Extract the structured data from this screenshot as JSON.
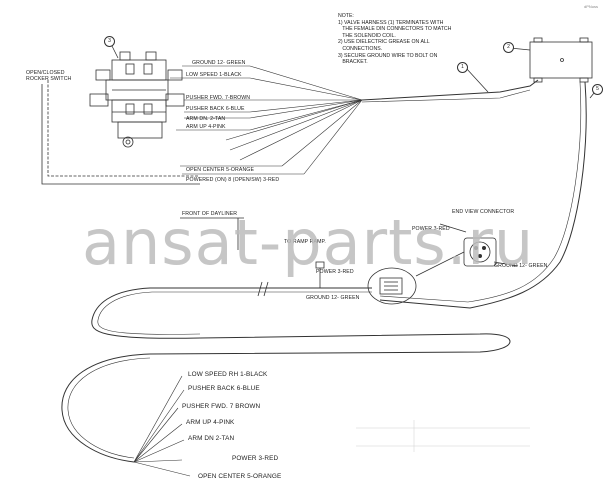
{
  "corner_ref": "dPNuss",
  "watermark": "ansat-parts.ru",
  "note": "NOTE:\n1) VALVE HARNESS (1) TERMINATES WITH\n   THE FEMALE DIN CONNECTORS TO MATCH\n   THE SOLENOID COIL.\n2) USE DIELECTRIC GREASE ON ALL\n   CONNECTIONS.\n3) SECURE GROUND WIRE TO BOLT ON\n   BRACKET.",
  "switch_label": "OPEN/CLOSED\nROCKER SWITCH",
  "callouts": {
    "valve": "3",
    "box": "2",
    "harness": "1",
    "cable": "5"
  },
  "upper_labels": {
    "ground": "GROUND 12- GREEN",
    "low_speed": "LOW SPEED 1-BLACK",
    "pusher_fwd": "PUSHER FWD. 7-BROWN",
    "pusher_back": "PUSHER BACK 6-BLUE",
    "arm_dn": "ARM DN. 2-TAN",
    "arm_up": "ARM UP 4-PINK",
    "open_center": "OPEN CENTER 5-ORANGE",
    "power": "POWERED (ON) 8 (OPEN/SW) 3-RED"
  },
  "middle_labels": {
    "front": "FRONT OF DAYLINER",
    "ramp": "TO RAMP RAMP.",
    "power": "POWER 3-RED",
    "ground": "GROUND 12- GREEN"
  },
  "connector": {
    "title": "END VIEW CONNECTOR",
    "power": "POWER 3-RED",
    "ground": "GROUND 12- GREEN"
  },
  "lower_labels": {
    "low_speed": "LOW SPEED RH 1-BLACK",
    "pusher_back": "PUSHER BACK 6-BLUE",
    "pusher_fwd": "PUSHER FWD. 7 BROWN",
    "arm_up": "ARM UP 4-PINK",
    "arm_dn": "ARM DN 2-TAN",
    "power": "POWER 3-RED",
    "open_center": "OPEN CENTER 5-ORANGE"
  }
}
